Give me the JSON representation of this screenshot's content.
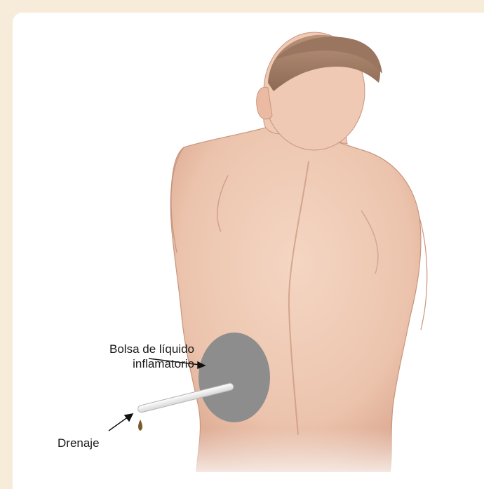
{
  "labels": {
    "pocket_line1": "Bolsa de líquido",
    "pocket_line2": "inflamatorio",
    "drain": "Drenaje"
  },
  "colors": {
    "frame": "#f7ecd9",
    "skin": "#f0cdb8",
    "skin_shadow": "#d9a68f",
    "hair": "#a07c63",
    "fluid_pocket": "#8c8c8c",
    "tube": "#f4f4f4",
    "drip": "#7a5a2b"
  }
}
